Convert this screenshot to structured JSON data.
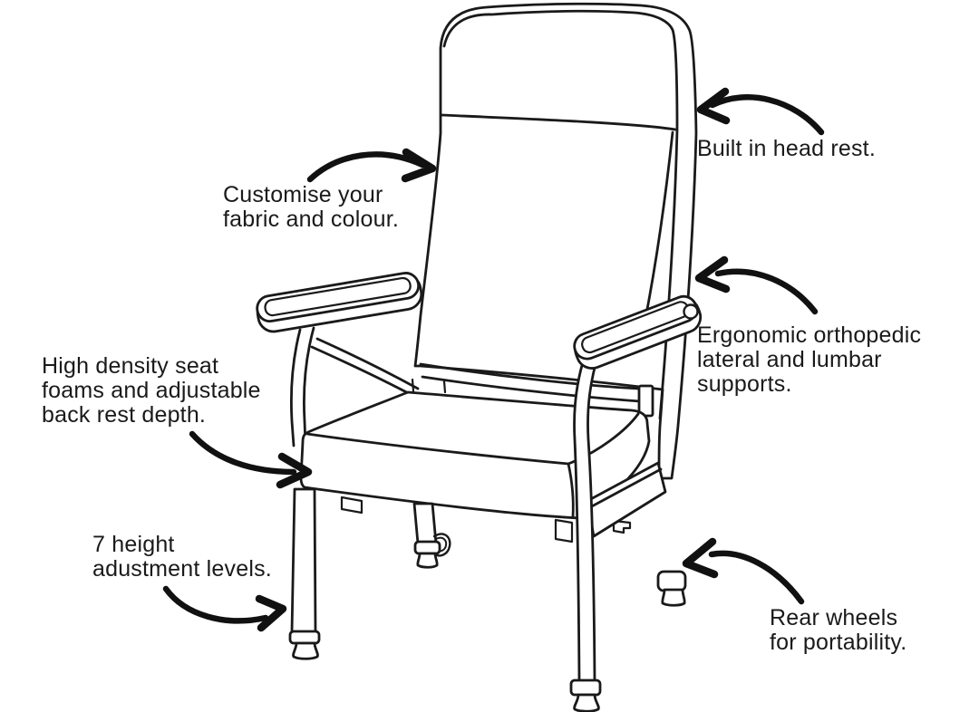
{
  "colors": {
    "ink": "#1a1a1a",
    "arrow": "#111111",
    "background": "#ffffff"
  },
  "drawing": {
    "name": "high-back chair line drawing"
  },
  "annotations": {
    "customise": {
      "lines": [
        "Customise your",
        "fabric and colour."
      ]
    },
    "head_rest": {
      "lines": [
        "Built in head rest."
      ]
    },
    "ergonomic": {
      "lines": [
        "Ergonomic orthopedic",
        "lateral and lumbar",
        "supports."
      ]
    },
    "seat_foams": {
      "lines": [
        "High density seat",
        "foams and adjustable",
        "back rest depth."
      ]
    },
    "height_levels": {
      "lines": [
        "7 height",
        "adustment levels."
      ]
    },
    "rear_wheels": {
      "lines": [
        "Rear wheels",
        "for portability."
      ]
    }
  }
}
